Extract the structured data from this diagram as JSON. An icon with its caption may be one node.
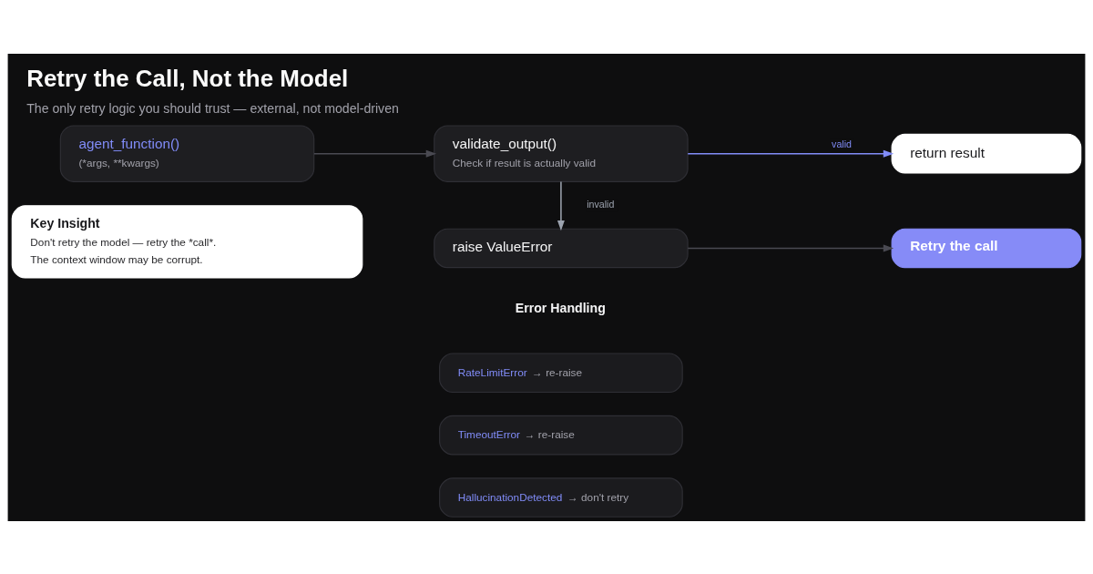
{
  "diagram": {
    "title": "Retry the Call, Not the Model",
    "caption": "The only retry logic you should trust — external, not model-driven",
    "nodes": [
      {
        "text": [
          "agent_function()",
          "(*args, **kwargs)"
        ]
      },
      {
        "text": [
          "validate_output()",
          "Check if result is actually valid"
        ]
      },
      {
        "text": [
          "return result"
        ]
      },
      {
        "text": [
          "raise ValueError"
        ]
      },
      {
        "text": [
          "Retry the call"
        ]
      },
      {
        "text": [
          "Key Insight",
          "Don't retry the model — retry the *call*.",
          "The context window may be corrupt."
        ]
      },
      {
        "text": [
          "RateLimitError",
          "→ re-raise"
        ]
      },
      {
        "text": [
          "TimeoutError",
          "→ re-raise"
        ]
      },
      {
        "text": [
          "HallucinationDetected",
          "→ don't retry"
        ]
      }
    ],
    "edges": [
      {
        "from": 0,
        "to": 1,
        "arrow": "to"
      },
      {
        "from": 1,
        "to": 2,
        "arrow": "to",
        "label": "valid",
        "color": "#818cf8"
      },
      {
        "from": 1,
        "to": 3,
        "arrow": "to",
        "label": "invalid",
        "color": "#9ca3af"
      },
      {
        "from": 3,
        "to": 4,
        "arrow": "to"
      }
    ],
    "labels": [
      "Error Handling"
    ]
  }
}
